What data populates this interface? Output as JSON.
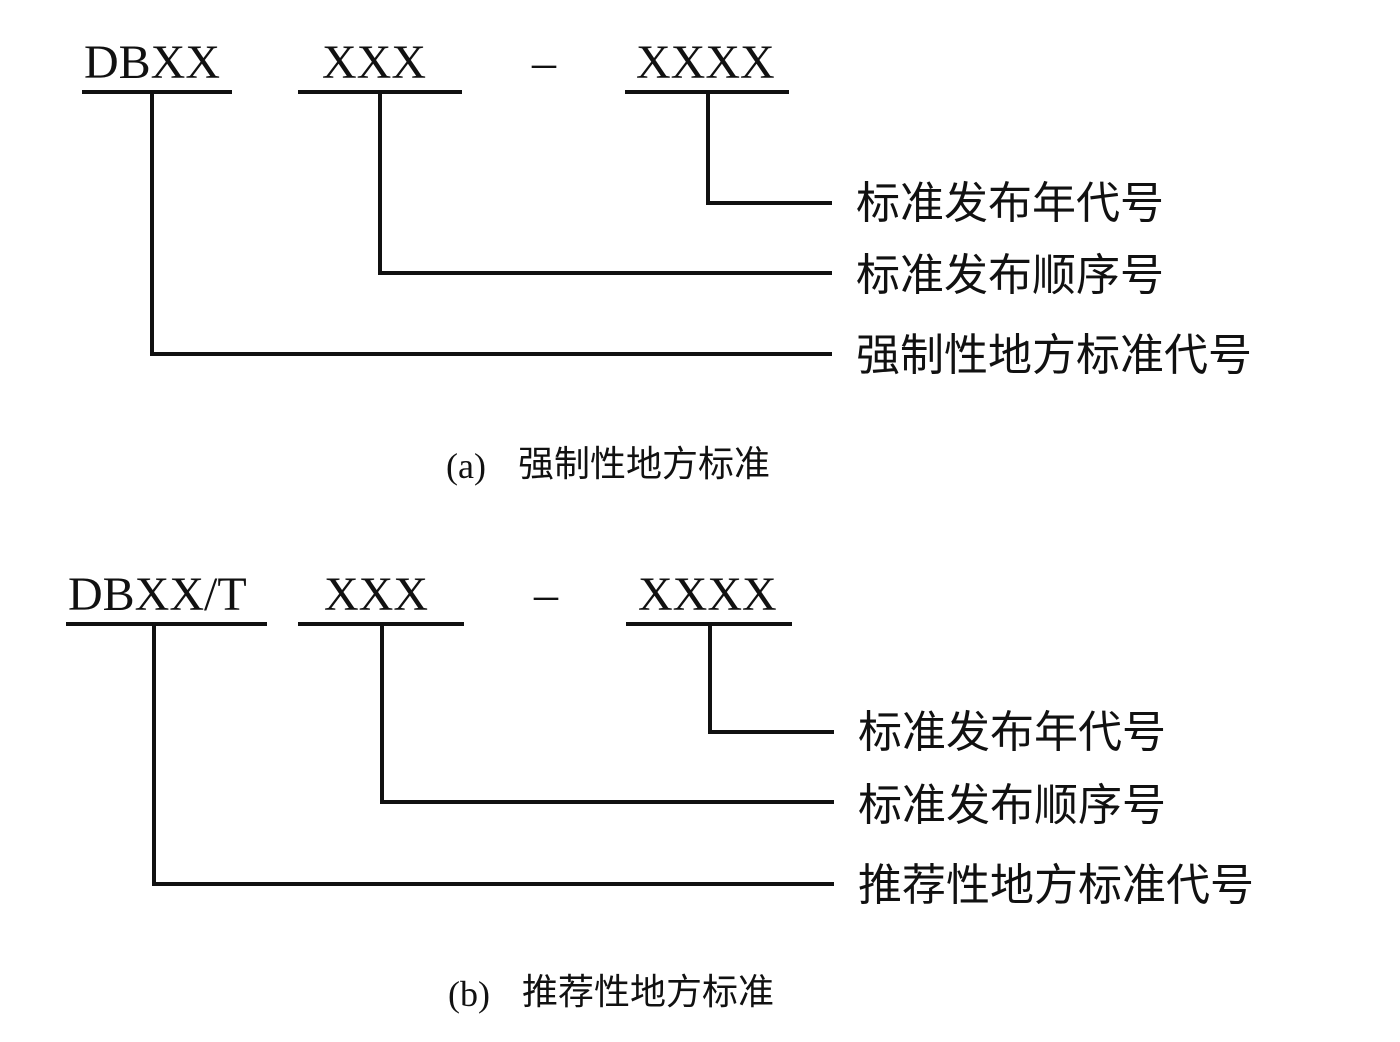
{
  "diagrams": [
    {
      "caption_prefix": "(a)",
      "caption_text": "强制性地方标准",
      "segments": [
        "DBXX",
        "XXX",
        "XXXX"
      ],
      "separator": "–",
      "labels": [
        "标准发布年代号",
        "标准发布顺序号",
        "强制性地方标准代号"
      ]
    },
    {
      "caption_prefix": "(b)",
      "caption_text": "推荐性地方标准",
      "segments": [
        "DBXX/T",
        "XXX",
        "XXXX"
      ],
      "separator": "–",
      "labels": [
        "标准发布年代号",
        "标准发布顺序号",
        "推荐性地方标准代号"
      ]
    }
  ]
}
